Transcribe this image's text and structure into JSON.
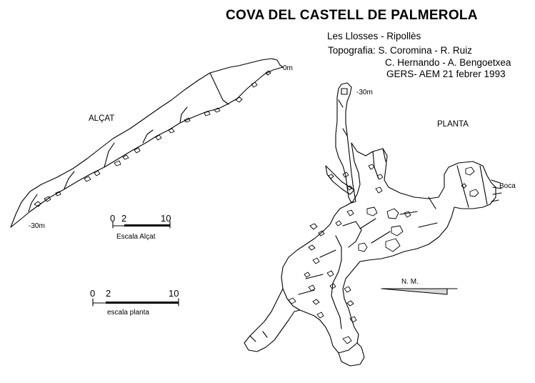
{
  "title": "COVA DEL CASTELL DE PALMEROLA",
  "credits": {
    "location": "Les Llosses - Ripollès",
    "topography_line1": "Topografia: S. Coromina - R. Ruiz",
    "topography_line2": "C. Hernando - A. Bengoetxea",
    "group_date": "GERS- AEM   21 febrer 1993"
  },
  "elevation_view": {
    "label": "ALÇAT",
    "top_marker": "0m",
    "bottom_marker": "-30m",
    "scale": {
      "label": "Escala Alçat",
      "tick_0": "0",
      "tick_2": "2",
      "tick_10": "10"
    }
  },
  "plan_view": {
    "label": "PLANTA",
    "depth_marker": "-30m",
    "entrance_label": "Boca",
    "north_label": "N. M.",
    "scale": {
      "label": "escala planta",
      "tick_0": "0",
      "tick_2": "2",
      "tick_10": "10"
    }
  }
}
